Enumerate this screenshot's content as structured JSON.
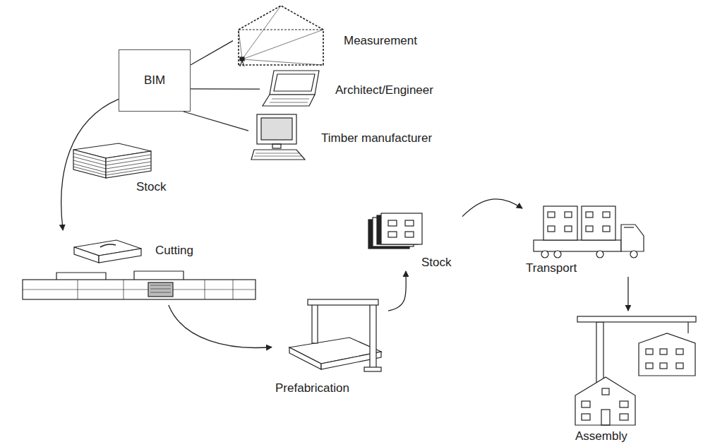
{
  "diagram": {
    "nodes": [
      {
        "text": [
          "BIM"
        ]
      },
      {
        "text": [
          "Measurement"
        ]
      },
      {
        "text": [
          "Architect/Engineer"
        ]
      },
      {
        "text": [
          "Timber manufacturer"
        ]
      },
      {
        "text": [
          "Stock"
        ]
      },
      {
        "text": [
          "Cutting"
        ]
      },
      {
        "text": [
          "Prefabrication"
        ]
      },
      {
        "text": [
          "Stock"
        ]
      },
      {
        "text": [
          "Transport"
        ]
      },
      {
        "text": [
          "Assembly"
        ]
      }
    ],
    "edges": [
      {
        "from": 0,
        "to": 1,
        "arrow": "none"
      },
      {
        "from": 0,
        "to": 2,
        "arrow": "none"
      },
      {
        "from": 0,
        "to": 3,
        "arrow": "none"
      },
      {
        "from": 0,
        "to": 5,
        "arrow": "to"
      },
      {
        "from": 5,
        "to": 6,
        "arrow": "to"
      },
      {
        "from": 6,
        "to": 7,
        "arrow": "to"
      },
      {
        "from": 7,
        "to": 8,
        "arrow": "to"
      },
      {
        "from": 8,
        "to": 9,
        "arrow": "to"
      }
    ]
  }
}
